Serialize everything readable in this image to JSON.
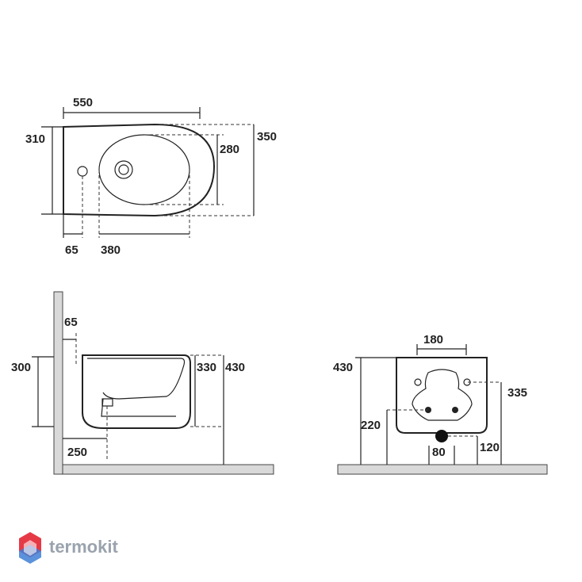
{
  "top_view": {
    "width_550": "550",
    "depth_310": "310",
    "depth_350": "350",
    "bowl_280": "280",
    "tap_65": "65",
    "bowl_380": "380"
  },
  "side_view": {
    "drain_65": "65",
    "height_300": "300",
    "height_330": "330",
    "height_430": "430",
    "drain_250": "250"
  },
  "back_view": {
    "height_430": "430",
    "width_180": "180",
    "height_335": "335",
    "height_220": "220",
    "drain_80": "80",
    "height_120": "120"
  },
  "brand": {
    "name": "termokit",
    "colors": {
      "red": "#e63946",
      "blue": "#3f7fd6",
      "text": "#9aa3ad"
    }
  }
}
